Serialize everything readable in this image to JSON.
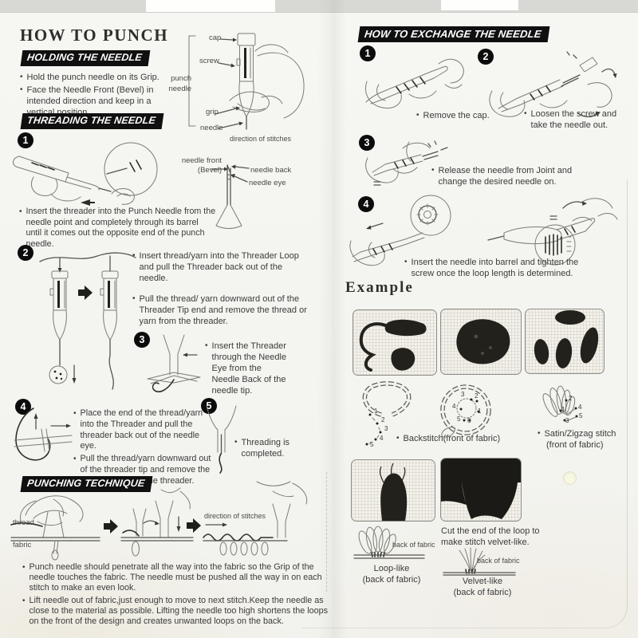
{
  "left": {
    "title": "HOW TO PUNCH",
    "holding": {
      "heading": "HOLDING THE NEEDLE",
      "bullets": [
        "Hold the punch needle on its Grip.",
        "Face the Needle Front (Bevel) in intended direction and keep in a vertical position."
      ]
    },
    "threading": {
      "heading": "THREADING THE NEEDLE",
      "step1_text": "Insert the threader into the Punch Needle from the needle point and completely through its barrel until it comes out the opposite end of the punch needle.",
      "step2_bullets": [
        "Insert thread/yarn into the Threader Loop and pull the Threader back out of the needle.",
        "Pull the thread/ yarn downward out of the Threader Tip end and remove the thread or yarn from the threader."
      ],
      "step3_text": "Insert the Threader through the Needle Eye from the Needle Back of the needle tip.",
      "step4_bullets": [
        "Place the end of the thread/yarn into the Threader and pull the threader back out of the needle eye.",
        "Pull the thread/yarn downward out of the threader tip and remove the thread/yarn from the threader."
      ],
      "step5_text": "Threading is completed."
    },
    "punching": {
      "heading": "PUNCHING TECHNIQUE",
      "thread_label": "thread",
      "fabric_label": "fabric",
      "direction_label": "direction of stitches",
      "bullets": [
        "Punch needle should penetrate all the way into the fabric so the Grip of the needle touches the fabric. The needle must be pushed all the way in on each stitch to make an even look.",
        "Lift needle out of fabric,just enough to move to next stitch.Keep the needle as close to the material as possible. Lifting the needle too high shortens the loops on the front of the design and creates unwanted loops on the back."
      ]
    }
  },
  "anatomy": {
    "punch_needle": "punch needle",
    "cap": "cap",
    "screw": "screw",
    "grip": "grip",
    "needle": "needle",
    "direction": "direction of stitches",
    "front_line1": "needle front",
    "front_line2": "(Bevel)",
    "back": "needle back",
    "eye": "needle eye"
  },
  "right": {
    "heading": "HOW TO EXCHANGE THE NEEDLE",
    "step1_text": "Remove the cap.",
    "step2_text": "Loosen the screw and take the needle out.",
    "step3_text": "Release the needle from Joint and change the desired needle on.",
    "step4_text": "Insert the needle into barrel and tighten the screw once the loop length is determined.",
    "example": {
      "title": "Example",
      "backstitch_label": "Backstitch(front of fabric)",
      "satin_label_line1": "Satin/Zigzag stitch",
      "satin_label_line2": "(front of fabric)",
      "backstitch_numbers": [
        "1",
        "2",
        "3",
        "4",
        "5"
      ],
      "circle_numbers": [
        "1",
        "2",
        "3",
        "4",
        "5",
        "6"
      ],
      "satin_numbers": [
        "1",
        "2",
        "3",
        "4",
        "5"
      ],
      "cut_text": "Cut the end of the loop to make stitch velvet-like.",
      "loop_back_label": "back of fabric",
      "velvet_back_label": "back of fabric",
      "loop_caption_line1": "Loop-like",
      "loop_caption_line2": "(back of fabric)",
      "velvet_caption_line1": "Velvet-like",
      "velvet_caption_line2": "(back of fabric)"
    }
  },
  "steps": {
    "s1": "1",
    "s2": "2",
    "s3": "3",
    "s4": "4",
    "s5": "5"
  }
}
